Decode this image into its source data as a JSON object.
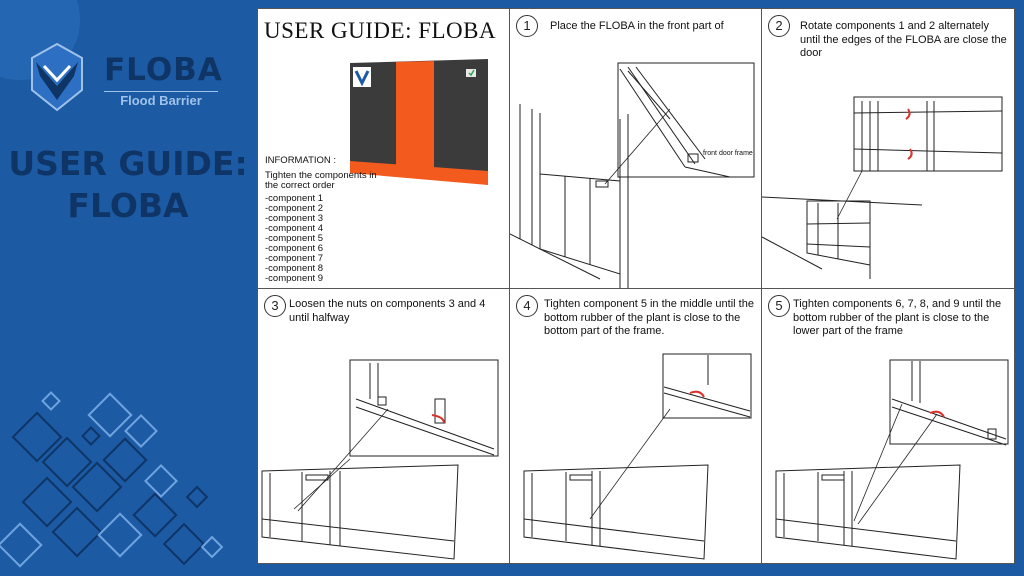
{
  "brand": {
    "name": "FLOBA",
    "tagline": "Flood Barrier",
    "colors": {
      "background": "#1c5aa3",
      "title": "#0f3566",
      "accent": "#f35a1e"
    }
  },
  "side_title": {
    "line1": "USER GUIDE:",
    "line2": "FLOBA"
  },
  "guide": {
    "title": "USER GUIDE: FLOBA",
    "info_label": "INFORMATION :",
    "instruction": "Tighten the components in the correct order",
    "components": [
      "-component  1",
      "-component  2",
      "-component  3",
      "-component  4",
      "-component  5",
      "-component  6",
      "-component  7",
      "-component  8",
      "-component  9"
    ]
  },
  "steps": [
    {
      "number": "1",
      "text": "Place the FLOBA in the front part of",
      "callout": "front door frame"
    },
    {
      "number": "2",
      "text": "Rotate components 1 and 2 alternately until the edges of the FLOBA are close the door"
    },
    {
      "number": "3",
      "text": "Loosen the nuts on components 3 and 4 until  halfway"
    },
    {
      "number": "4",
      "text": "Tighten component 5 in the middle until the bottom rubber of the plant is close to the bottom part of the frame."
    },
    {
      "number": "5",
      "text": "Tighten components 6, 7, 8, and 9 until the bottom rubber of the plant is close to the lower part of the frame"
    }
  ]
}
